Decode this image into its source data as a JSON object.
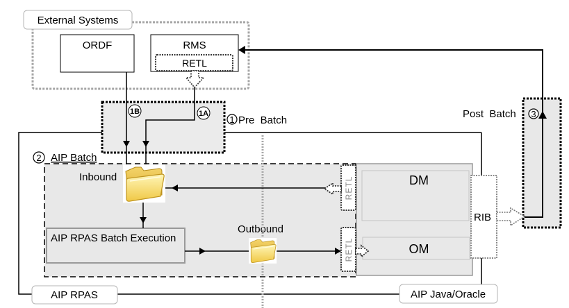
{
  "external_systems": {
    "label": "External Systems",
    "ordf": "ORDF",
    "rms": "RMS",
    "retl": "RETL"
  },
  "pre_batch": {
    "step": "1",
    "label": "Pre  Batch",
    "flow_1a": "1A",
    "flow_1b": "1B"
  },
  "aip_batch": {
    "step": "2",
    "label": "AIP Batch",
    "inbound": "Inbound",
    "execution": "AIP RPAS Batch Execution",
    "outbound": "Outbound"
  },
  "aip_java": {
    "dm": "DM",
    "om": "OM",
    "retl_top": "RETL",
    "retl_bottom": "RETL",
    "rib": "RIB"
  },
  "post_batch": {
    "step": "3",
    "label": "Post  Batch"
  },
  "platforms": {
    "rpas": "AIP RPAS",
    "java": "AIP Java/Oracle"
  }
}
